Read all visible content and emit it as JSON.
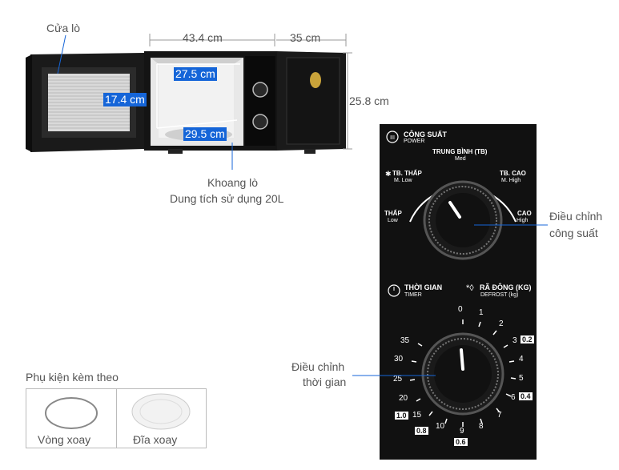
{
  "dimensions": {
    "door_label": "Cửa lò",
    "width": "43.4 cm",
    "depth": "35 cm",
    "height": "25.8 cm",
    "cavity_width": "27.5 cm",
    "cavity_height": "17.4 cm",
    "cavity_depth": "29.5 cm",
    "cavity_label": "Khoang lò",
    "capacity": "Dung tích sử dụng 20L"
  },
  "panel": {
    "power_title": "CÔNG SUẤT",
    "power_sub": "POWER",
    "power_levels": {
      "med_vi": "TRUNG BÌNH (TB)",
      "med_en": "Med",
      "mlow_vi": "TB. THẤP",
      "mlow_en": "M. Low",
      "mhigh_vi": "TB. CAO",
      "mhigh_en": "M. High",
      "low_vi": "THẤP",
      "low_en": "Low",
      "high_vi": "CAO",
      "high_en": "High"
    },
    "timer_title": "THỜI GIAN",
    "timer_sub": "TIMER",
    "defrost_title": "RÃ ĐÔNG (KG)",
    "defrost_sub": "DEFROST (kg)",
    "timer_marks": [
      "0",
      "1",
      "2",
      "3",
      "4",
      "5",
      "6",
      "7",
      "8",
      "9",
      "10",
      "15",
      "20",
      "25",
      "30",
      "35"
    ],
    "defrost_marks": [
      "0.2",
      "0.4",
      "0.6",
      "0.8",
      "1.0"
    ]
  },
  "callouts": {
    "power_adjust_1": "Điều chỉnh",
    "power_adjust_2": "công suất",
    "timer_adjust_1": "Điều chỉnh",
    "timer_adjust_2": "thời gian"
  },
  "accessories": {
    "title": "Phụ kiện kèm theo",
    "items": [
      "Vòng xoay",
      "Đĩa xoay"
    ]
  }
}
